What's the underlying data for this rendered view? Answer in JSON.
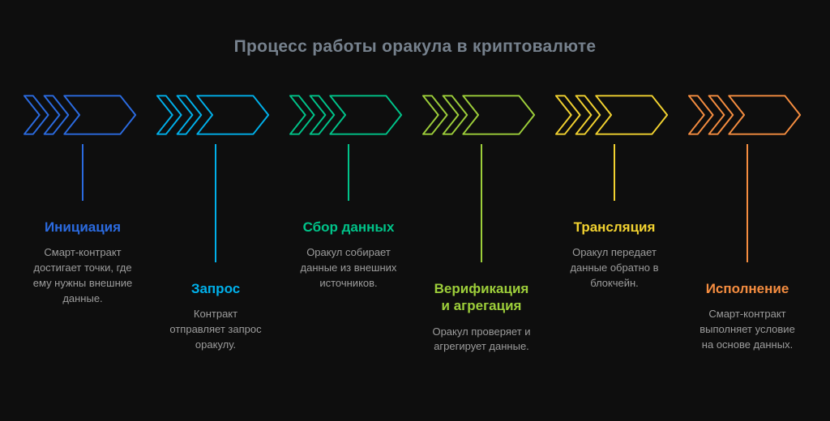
{
  "page": {
    "title": "Процесс работы оракула в криптовалюте",
    "background": "#0e0e0e",
    "title_color": "#76818d",
    "description_color": "#9c9c9c"
  },
  "stages": [
    {
      "id": "initiation",
      "title": "Инициация",
      "description": "Смарт-контракт достигает точки, где ему нужны внешние данные.",
      "accent": "#2b6be0",
      "icon": "chevron-flow-icon"
    },
    {
      "id": "request",
      "title": "Запрос",
      "description": "Контракт отправляет запрос оракулу.",
      "accent": "#00b0ea",
      "icon": "chevron-flow-icon"
    },
    {
      "id": "data-collection",
      "title": "Сбор данных",
      "description": "Оракул собирает данные из внешних источников.",
      "accent": "#00c389",
      "icon": "chevron-flow-icon"
    },
    {
      "id": "verification-aggregation",
      "title": "Верификация и агрегация",
      "description": "Оракул проверяет и агрегирует данные.",
      "accent": "#9dce3a",
      "icon": "chevron-flow-icon"
    },
    {
      "id": "broadcast",
      "title": "Трансляция",
      "description": "Оракул передает данные обратно в блокчейн.",
      "accent": "#f2d230",
      "icon": "chevron-flow-icon"
    },
    {
      "id": "execution",
      "title": "Исполнение",
      "description": "Смарт-контракт выполняет условие на основе данных.",
      "accent": "#f58d40",
      "icon": "chevron-flow-icon"
    }
  ]
}
